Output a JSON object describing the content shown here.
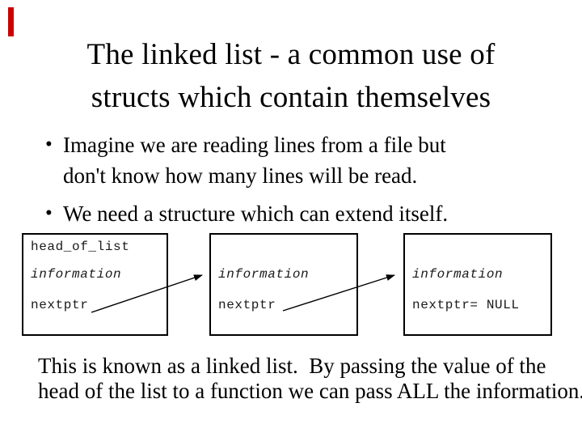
{
  "slide": {
    "title": {
      "lines": [
        "The linked list - a common use of",
        "structs which contain themselves"
      ]
    },
    "bullets": [
      {
        "marker": "•",
        "lines": [
          "Imagine we are reading lines from a file but",
          "don't know how many lines will be read."
        ]
      },
      {
        "marker": "•",
        "lines": [
          "We need a structure which can extend itself."
        ]
      }
    ],
    "diagram": {
      "nodes": [
        {
          "header": "head_of_list",
          "information": "information",
          "nextptr": "nextptr"
        },
        {
          "information": "information",
          "nextptr": "nextptr"
        },
        {
          "information": "information",
          "nextptr": "nextptr= NULL"
        }
      ],
      "arrows": [
        {
          "from": "node-1-nextptr",
          "to": "node-2"
        },
        {
          "from": "node-2-nextptr",
          "to": "node-3"
        }
      ]
    },
    "footer": {
      "lines": [
        "This is known as a linked list.  By passing the value of the",
        "head of the list to a function we can pass ALL the information."
      ]
    },
    "colors": {
      "background": "#ffffff",
      "text": "#000000",
      "accent_bar": "#cc0000",
      "box_border": "#000000",
      "diagram_text": "#1a1a1a"
    }
  }
}
